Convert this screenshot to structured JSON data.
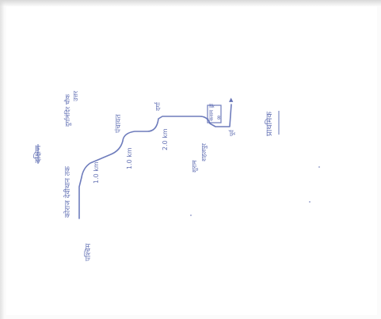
{
  "sketch": {
    "north_label": "उत्तर",
    "east_label": "पूर्व",
    "south_label": "दक्षिण",
    "west_label": "पश्चिम",
    "road_start_label": "कोराज देवीथान तक",
    "dist_1": "1.0 km",
    "dist_2": "1.0 km",
    "dist_3": "2.0 km",
    "place_1": "दुर्गामंदिर चौक",
    "place_2": "पंचायत",
    "place_3": "दर्गा",
    "place_4": "शुराम",
    "place_5": "शहलपुर",
    "box_label": "कंसम ड्रा",
    "box_number": "8",
    "arrow_glyph": "▲",
    "footer_label": "प्राथमिक"
  },
  "colors": {
    "ink": "#4a5aa8",
    "paper": "#ffffff"
  }
}
